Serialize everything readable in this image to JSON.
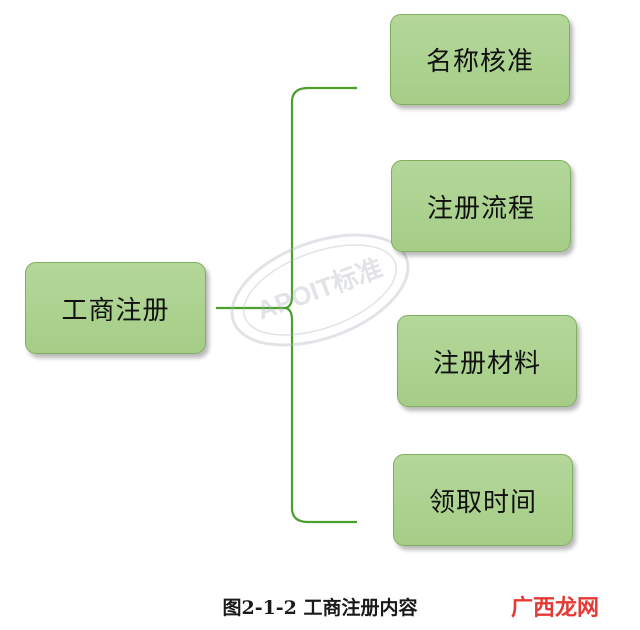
{
  "diagram": {
    "root": {
      "label": "工商注册"
    },
    "children": [
      {
        "label": "名称核准"
      },
      {
        "label": "注册流程"
      },
      {
        "label": "注册材料"
      },
      {
        "label": "领取时间"
      }
    ],
    "caption": "图2-1-2 工商注册内容",
    "watermark": {
      "text": "APOIT标准"
    },
    "site_mark": "广西龙网",
    "colors": {
      "node_fill": "#a9d18e",
      "node_border": "#7fae5f",
      "connector": "#4aa02c",
      "site_mark": "#e53935",
      "watermark": "#bfc4cf"
    }
  }
}
